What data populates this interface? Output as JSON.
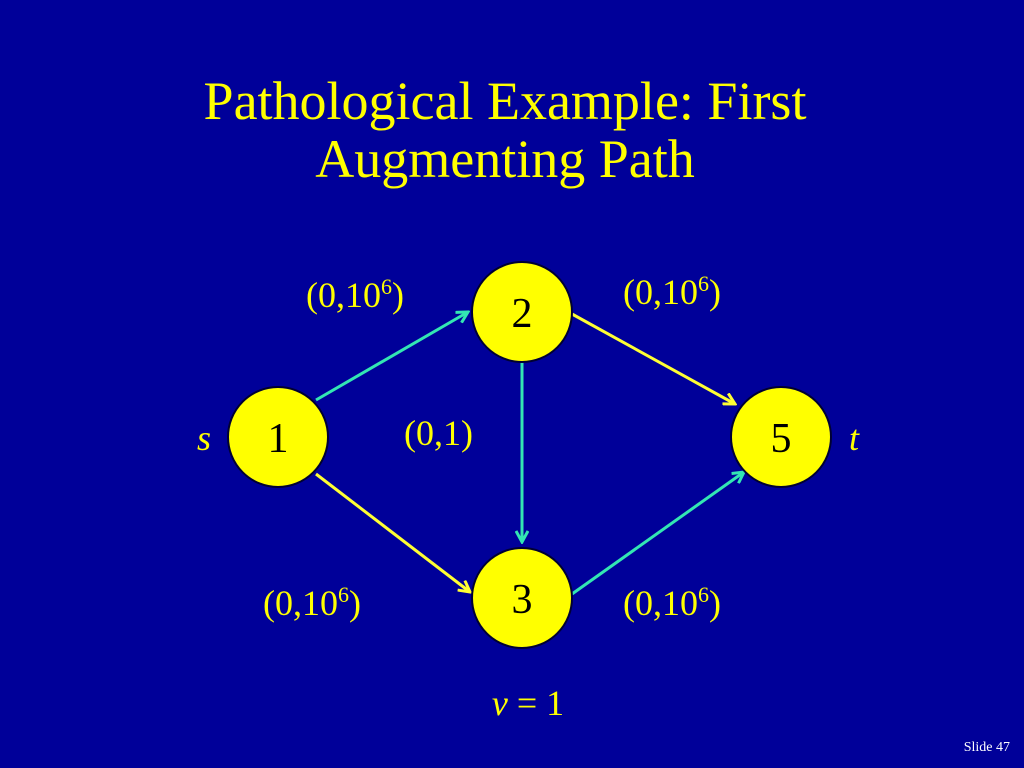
{
  "title": {
    "line1": "Pathological Example: First",
    "line2": "Augmenting Path"
  },
  "nodes": {
    "n1": "1",
    "n2": "2",
    "n3": "3",
    "n5": "5"
  },
  "terminals": {
    "source": "s",
    "sink": "t"
  },
  "edges": {
    "e12": {
      "base": "(0,10",
      "exp": "6",
      "close": ")"
    },
    "e25": {
      "base": "(0,10",
      "exp": "6",
      "close": ")"
    },
    "e23": {
      "text": "(0,1)"
    },
    "e13": {
      "base": "(0,10",
      "exp": "6",
      "close": ")"
    },
    "e35": {
      "base": "(0,10",
      "exp": "6",
      "close": ")"
    }
  },
  "flow": {
    "var": "v",
    "eq": " = 1"
  },
  "colors": {
    "background": "#000099",
    "node_fill": "#ffff00",
    "text": "#ffff00",
    "augmenting_edge": "#33e6b3",
    "normal_edge": "#ffff33"
  },
  "footer": {
    "slide_number": "Slide 47"
  }
}
